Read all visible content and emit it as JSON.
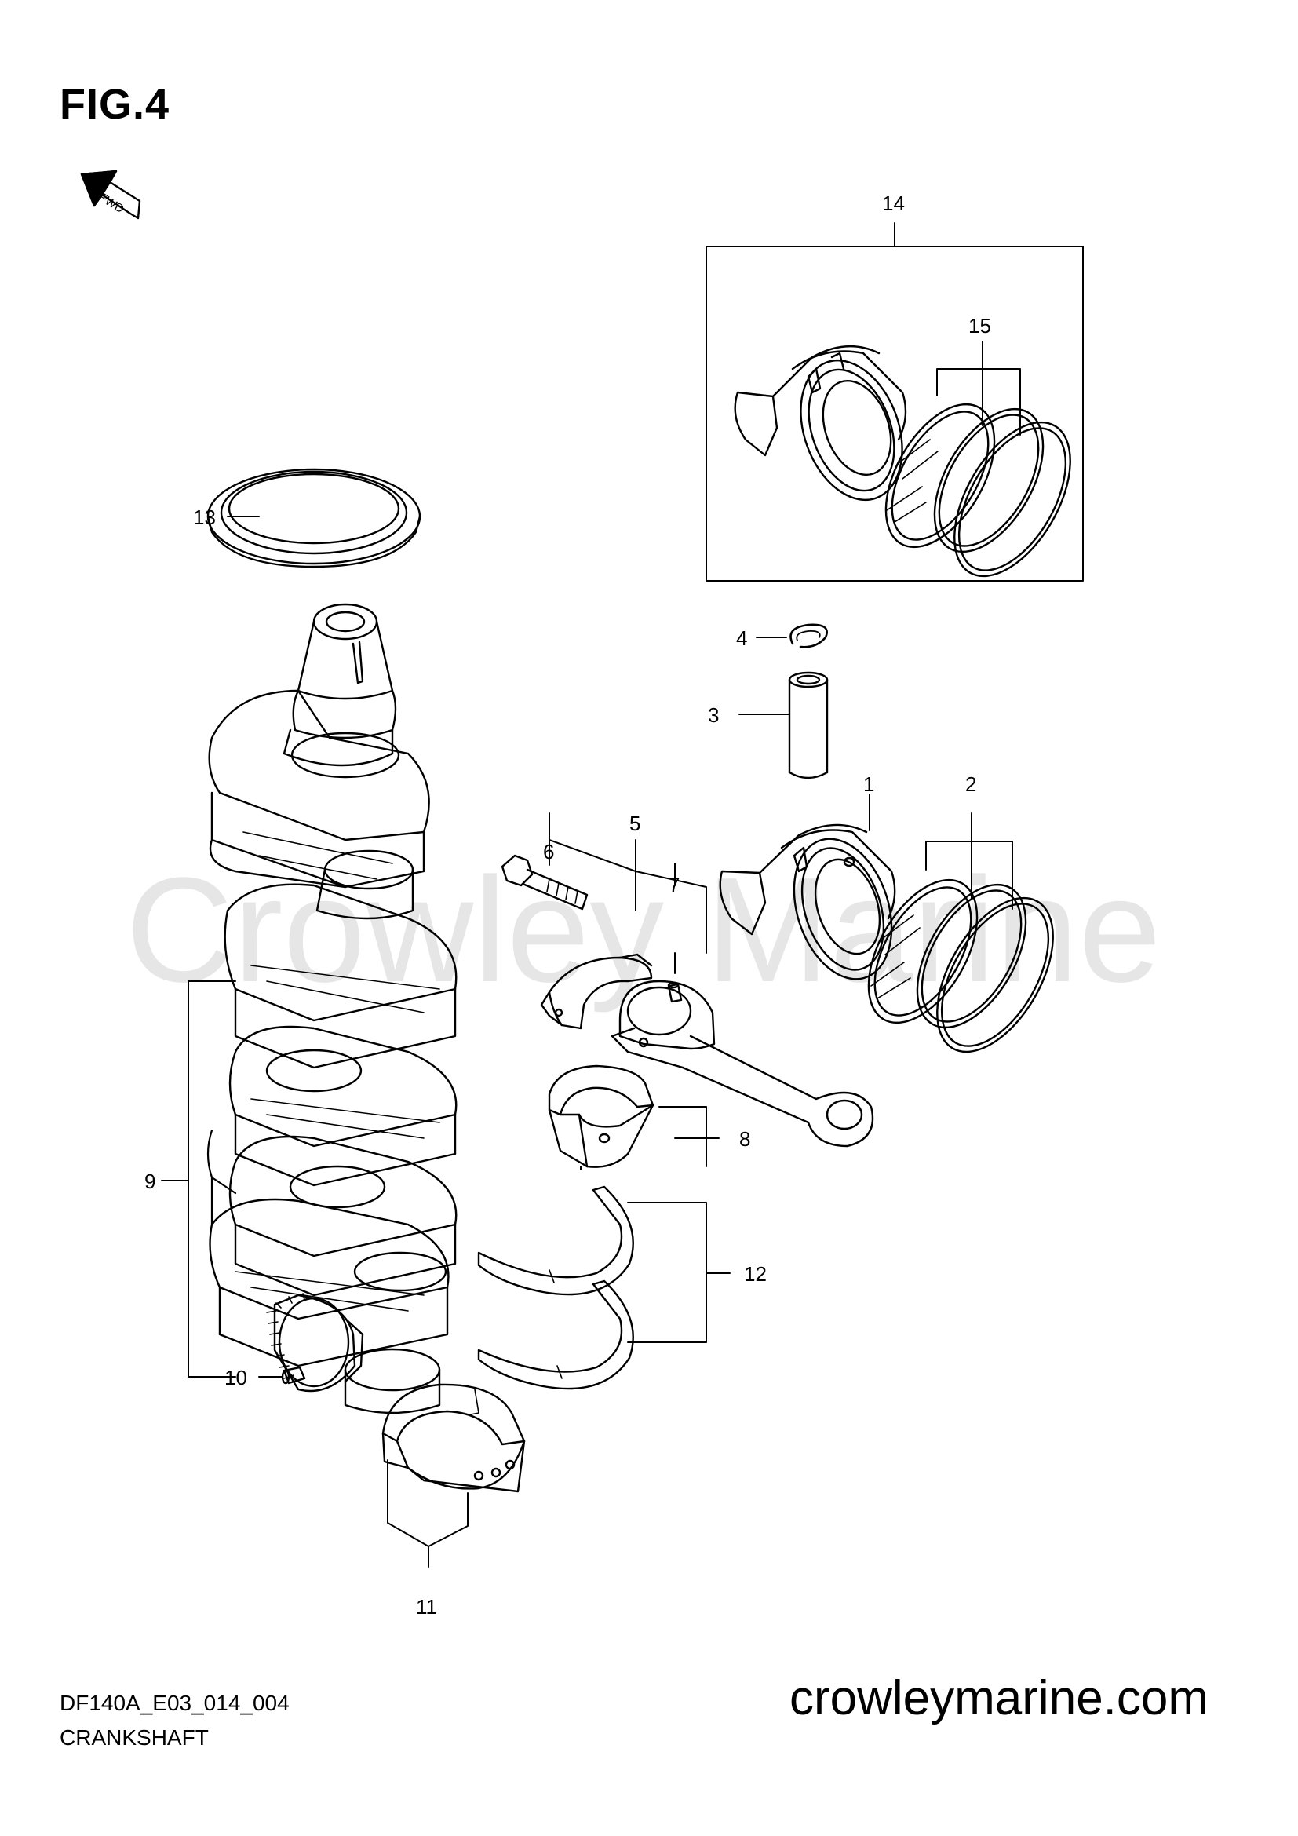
{
  "header": {
    "figure": "FIG.4",
    "direction_badge": "FWD"
  },
  "watermark": "Crowley Marine",
  "footer": {
    "code": "DF140A_E03_014_004",
    "title": "CRANKSHAFT",
    "site": "crowleymarine.com"
  },
  "callouts": {
    "c1": "1",
    "c2": "2",
    "c3": "3",
    "c4": "4",
    "c5": "5",
    "c6": "6",
    "c7": "7",
    "c8": "8",
    "c9": "9",
    "c10": "10",
    "c11": "11",
    "c12": "12",
    "c13": "13",
    "c14": "14",
    "c15": "15"
  },
  "icons": {
    "fwd": "fwd-arrow-icon"
  },
  "colors": {
    "ink": "#000000",
    "watermark": "#e6e6e6"
  }
}
